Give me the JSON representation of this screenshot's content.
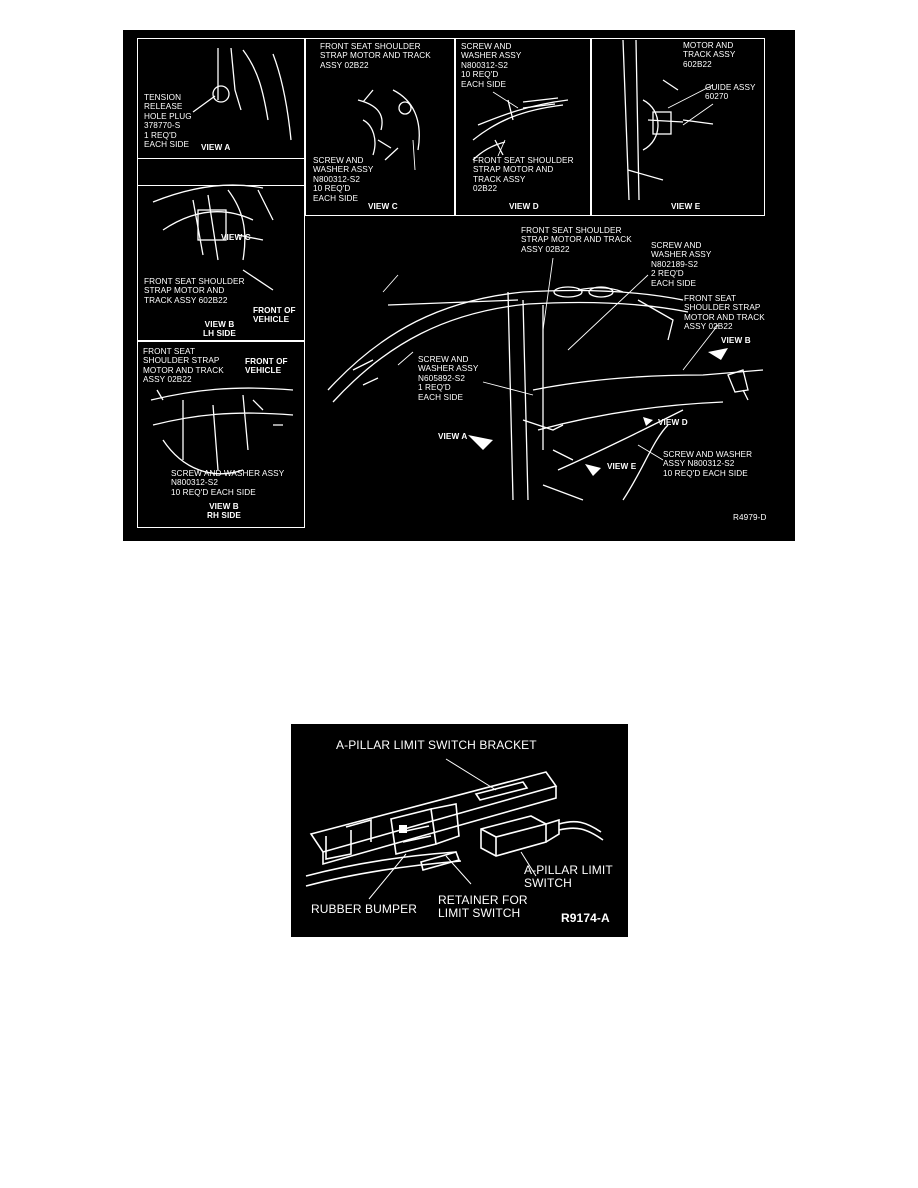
{
  "figure1": {
    "view_a": {
      "callout": "TENSION\nRELEASE\nHOLE PLUG\n378770-S\n1 REQ'D\nEACH SIDE",
      "caption": "VIEW A"
    },
    "view_c": {
      "motor_label": "FRONT SEAT SHOULDER\nSTRAP MOTOR AND TRACK\nASSY 02B22",
      "screw_label": "SCREW AND\nWASHER ASSY\nN800312-S2\n10 REQ'D\nEACH SIDE",
      "caption": "VIEW C"
    },
    "view_d": {
      "screw_label": "SCREW AND\nWASHER ASSY\nN800312-S2\n10 REQ'D\nEACH SIDE",
      "motor_label": "FRONT SEAT SHOULDER\nSTRAP MOTOR AND\nTRACK ASSY\n02B22",
      "caption": "VIEW D"
    },
    "view_e": {
      "motor_label": "MOTOR AND\nTRACK ASSY\n602B22",
      "guide_label": "GUIDE ASSY\n60270",
      "caption": "VIEW E"
    },
    "view_b_lh": {
      "inset_label": "VIEW C",
      "motor_label": "FRONT SEAT SHOULDER\nSTRAP MOTOR AND\nTRACK ASSY 602B22",
      "front_label": "FRONT OF\nVEHICLE",
      "caption": "VIEW B\nLH SIDE"
    },
    "view_b_rh": {
      "motor_label": "FRONT SEAT\nSHOULDER STRAP\nMOTOR AND TRACK\nASSY 02B22",
      "front_label": "FRONT OF\nVEHICLE",
      "screw_label": "SCREW AND WASHER ASSY\nN800312-S2\n10 REQ'D EACH SIDE",
      "caption": "VIEW B\nRH SIDE"
    },
    "main": {
      "motor_top": "FRONT SEAT SHOULDER\nSTRAP MOTOR AND TRACK\nASSY 02B22",
      "screw_top": "SCREW AND\nWASHER ASSY\nN802189-S2\n2 REQ'D\nEACH SIDE",
      "motor_right": "FRONT SEAT\nSHOULDER STRAP\nMOTOR AND TRACK\nASSY 02B22",
      "view_b": "VIEW B",
      "screw_left": "SCREW AND\nWASHER ASSY\nN605892-S2\n1 REQ'D\nEACH SIDE",
      "view_a": "VIEW A",
      "view_d": "VIEW D",
      "view_e": "VIEW E",
      "screw_bottom": "SCREW AND WASHER\nASSY N800312-S2\n10 REQ'D EACH SIDE",
      "ref": "R4979-D"
    }
  },
  "figure2": {
    "bracket": "A-PILLAR LIMIT SWITCH BRACKET",
    "switch": "A-PILLAR LIMIT\nSWITCH",
    "bumper": "RUBBER BUMPER",
    "retainer": "RETAINER FOR\nLIMIT SWITCH",
    "ref": "R9174-A"
  }
}
